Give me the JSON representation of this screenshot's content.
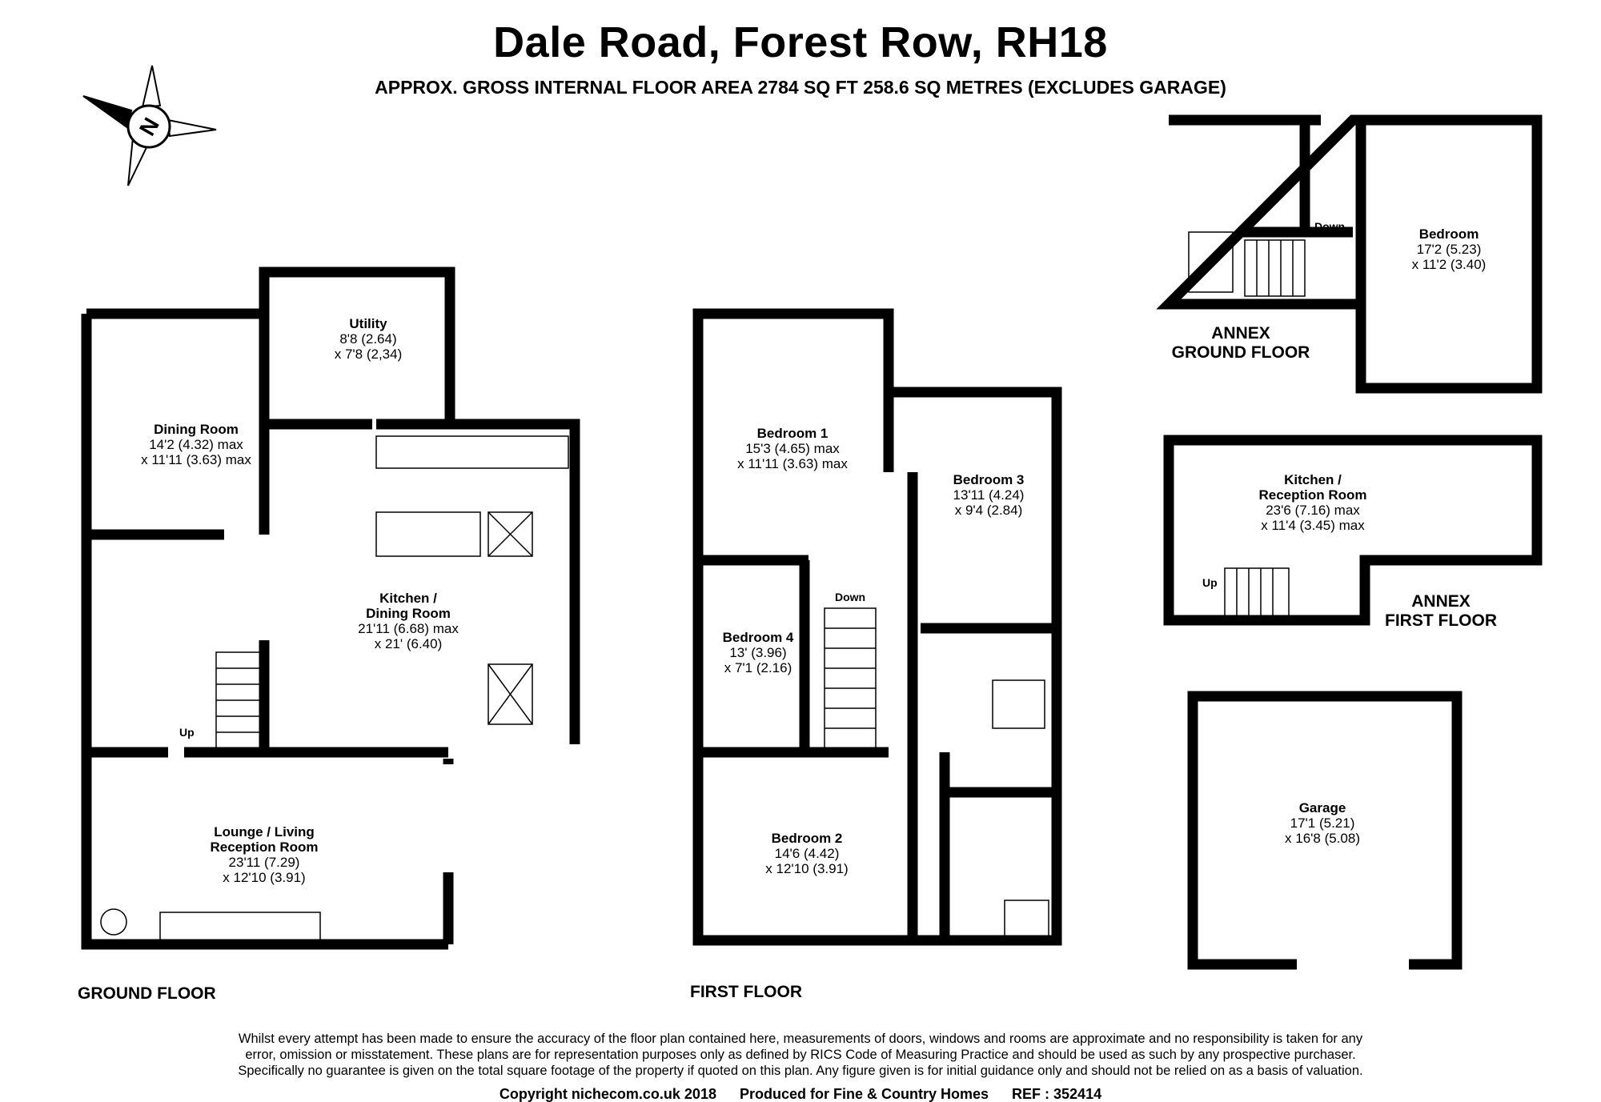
{
  "title": "Dale Road, Forest Row, RH18",
  "subtitle": "APPROX. GROSS INTERNAL FLOOR AREA 2784 SQ FT 258.6 SQ METRES (EXCLUDES GARAGE)",
  "compass": {
    "letter": "N"
  },
  "floors": {
    "ground": "GROUND FLOOR",
    "first": "FIRST FLOOR",
    "annex_ground": [
      "ANNEX",
      "GROUND FLOOR"
    ],
    "annex_first": [
      "ANNEX",
      "FIRST FLOOR"
    ]
  },
  "rooms": {
    "dining": {
      "name": "Dining Room",
      "dims": [
        "14'2 (4.32) max",
        "x 11'11 (3.63) max"
      ]
    },
    "utility": {
      "name": "Utility",
      "dims": [
        "8'8 (2.64)",
        "x 7'8 (2,34)"
      ]
    },
    "kitchen": {
      "name": [
        "Kitchen /",
        "Dining Room"
      ],
      "dims": [
        "21'11 (6.68) max",
        "x 21' (6.40)"
      ]
    },
    "lounge": {
      "name": [
        "Lounge / Living",
        "Reception Room"
      ],
      "dims": [
        "23'11 (7.29)",
        "x 12'10 (3.91)"
      ]
    },
    "bedroom1": {
      "name": "Bedroom 1",
      "dims": [
        "15'3 (4.65) max",
        "x 11'11 (3.63) max"
      ]
    },
    "bedroom2": {
      "name": "Bedroom 2",
      "dims": [
        "14'6 (4.42)",
        "x 12'10 (3.91)"
      ]
    },
    "bedroom3": {
      "name": "Bedroom 3",
      "dims": [
        "13'11 (4.24)",
        "x 9'4 (2.84)"
      ]
    },
    "bedroom4": {
      "name": "Bedroom 4",
      "dims": [
        "13' (3.96)",
        "x 7'1 (2.16)"
      ]
    },
    "annex_bedroom": {
      "name": "Bedroom",
      "dims": [
        "17'2 (5.23)",
        "x 11'2 (3.40)"
      ]
    },
    "annex_kitchen": {
      "name": [
        "Kitchen /",
        "Reception Room"
      ],
      "dims": [
        "23'6 (7.16) max",
        "x 11'4 (3.45) max"
      ]
    },
    "garage": {
      "name": "Garage",
      "dims": [
        "17'1 (5.21)",
        "x 16'8 (5.08)"
      ]
    }
  },
  "stair_labels": {
    "ground_up": "Up",
    "first_down": "Down",
    "annex_down": "Down",
    "annex_up": "Up"
  },
  "disclaimer": [
    "Whilst every attempt has been made to ensure the accuracy of the floor plan contained here, measurements of doors, windows and rooms are approximate and no responsibility is taken for any",
    "error, omission or misstatement. These plans are for representation purposes only as defined by RICS Code of Measuring Practice and should be used as such by any prospective purchaser.",
    "Specifically no guarantee is given on the total square footage of the property if quoted on this plan. Any figure given is for initial guidance only and should not be relied on as a basis of valuation."
  ],
  "footer": {
    "copyright": "Copyright nichecom.co.uk 2018",
    "produced": "Produced for Fine & Country Homes",
    "ref": "REF : 352414"
  }
}
